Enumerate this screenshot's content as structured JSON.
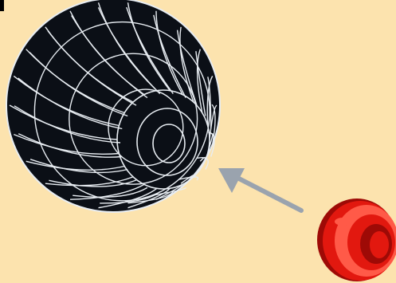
{
  "colors": {
    "background": "#FCE3AE",
    "sphere_fill": "#0B0F16",
    "wireframe": "#E8EDF2",
    "arrow": "#9AA3AE",
    "bushing_main": "#E2180F",
    "bushing_dark": "#9E0A06",
    "bushing_light": "#FF5A48",
    "step_marker": "#000000"
  },
  "parts": [
    {
      "id": "wheel-rim",
      "icon": "wireframe-sphere-icon"
    },
    {
      "id": "bushing",
      "icon": "red-bushing-icon"
    }
  ],
  "action": {
    "icon": "insert-arrow-icon",
    "direction": "toward-wheel"
  }
}
